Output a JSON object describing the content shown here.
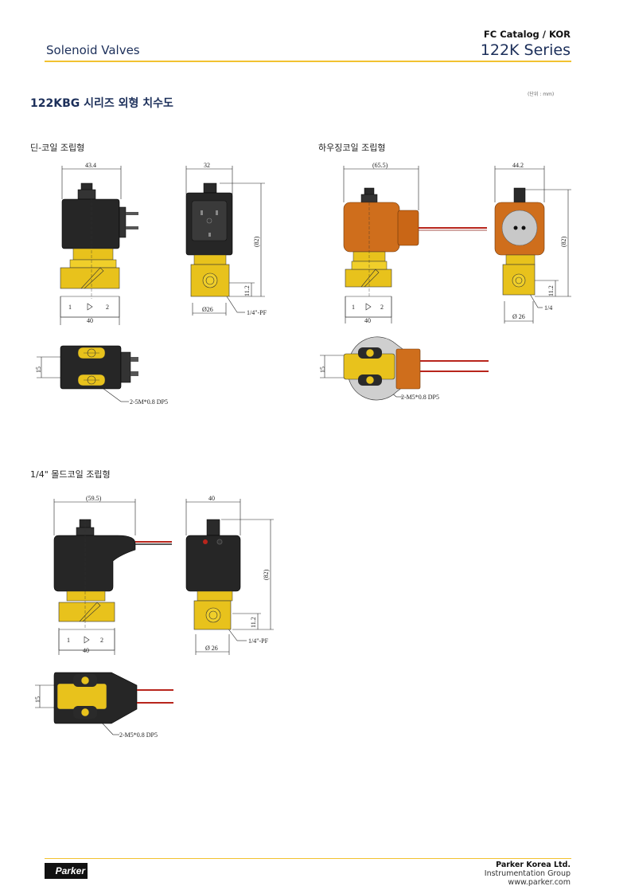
{
  "header": {
    "section": "Solenoid Valves",
    "catalog": "FC Catalog / KOR",
    "series": "122K Series"
  },
  "unit": "(단위 : mm)",
  "title": "122KBG 시리즈 외형 치수도",
  "sections": {
    "din": "딘-코일 조립형",
    "housing": "하우징코일 조립형",
    "molded": "1/4\" 몰드코일 조립형"
  },
  "dims": {
    "din": {
      "width": "43.4",
      "base": "40",
      "side_width": "32",
      "height": "(82)",
      "port_h": "11.2",
      "dia": "Ø26",
      "port": "1/4\"-PF",
      "thread": "2-5M*0.8 DP5",
      "depth": "15",
      "p1": "1",
      "p2": "2"
    },
    "housing": {
      "width": "(65.5)",
      "base": "40",
      "side_width": "44.2",
      "height": "(82)",
      "port_h": "11.2",
      "dia": "Ø 26",
      "port": "1/4",
      "thread": "2-M5*0.8 DP5",
      "depth": "15",
      "p1": "1",
      "p2": "2"
    },
    "molded": {
      "width": "(59.5)",
      "base": "40",
      "side_width": "40",
      "height": "(82)",
      "port_h": "11.2",
      "dia": "Ø 26",
      "port": "1/4\"-PF",
      "thread": "2-M5*0.8 DP5",
      "depth": "15",
      "p1": "1",
      "p2": "2"
    }
  },
  "footer": {
    "logo": "Parker",
    "company": "Parker Korea Ltd.",
    "group": "Instrumentation Group",
    "url": "www.parker.com"
  },
  "colors": {
    "accent": "#f2c230",
    "navy": "#1c2f5a",
    "brass": "#e8c21c",
    "coil_dark": "#262626",
    "coil_orange": "#cf6e1c",
    "wire_red": "#b8251c"
  }
}
